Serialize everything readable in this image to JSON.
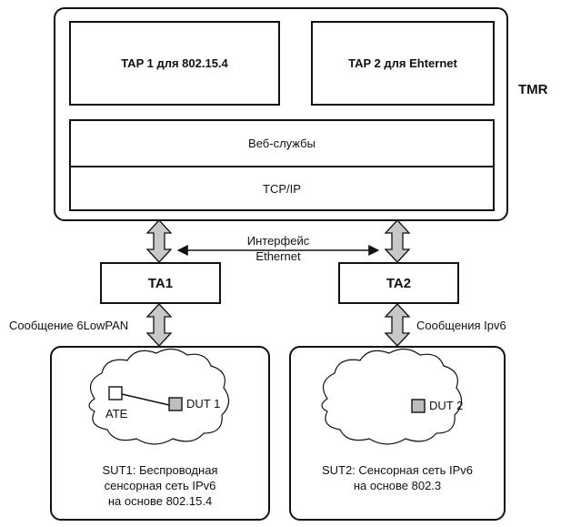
{
  "tmr": {
    "label": "TMR",
    "tap1": "TAP 1 для 802.15.4",
    "tap2": "TAP 2 для Ehternet",
    "web_services": "Веб-службы",
    "tcpip": "TCP/IP"
  },
  "interface": {
    "line1": "Интерфейс",
    "line2": "Ethernet"
  },
  "ta1": {
    "label": "TA1",
    "message": "Сообщение 6LowPAN"
  },
  "ta2": {
    "label": "TA2",
    "message": "Сообщения Ipv6"
  },
  "sut1": {
    "ate": "ATE",
    "dut": "DUT 1",
    "caption": [
      "SUT1: Беспроводная",
      "сенсорная сеть IPv6",
      "на основе 802.15.4"
    ]
  },
  "sut2": {
    "dut": "DUT 2",
    "caption": [
      "SUT2: Сенсорная сеть IPv6",
      "на основе 802.3"
    ]
  },
  "colors": {
    "arrow_fill": "#c8c8c8",
    "node_fill": "#bdbdbd",
    "stroke": "#111111"
  }
}
